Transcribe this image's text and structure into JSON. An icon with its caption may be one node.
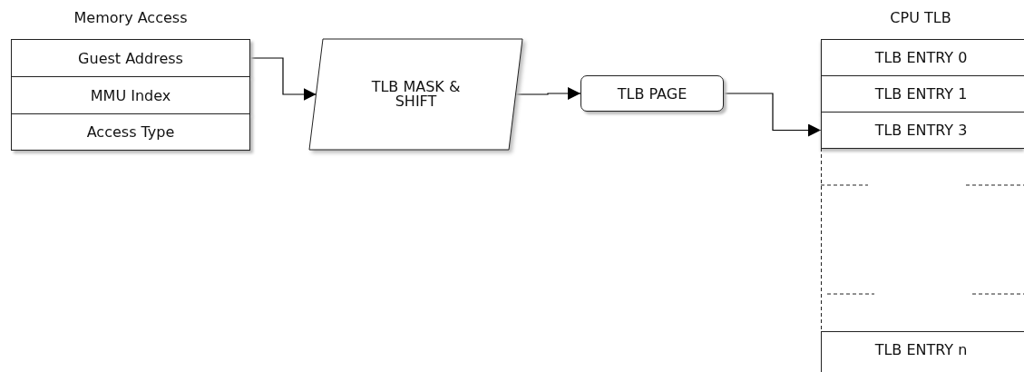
{
  "diagram": {
    "nodes": [
      {
        "text": [
          "Memory Access"
        ]
      },
      {
        "text": [
          "Guest Address"
        ],
        "in": 0
      },
      {
        "text": [
          "MMU Index"
        ],
        "in": 0
      },
      {
        "text": [
          "Access Type"
        ],
        "in": 0
      },
      {
        "text": [
          "TLB MASK & SHIFT"
        ]
      },
      {
        "text": [
          "TLB PAGE"
        ]
      },
      {
        "text": [
          "CPU TLB"
        ]
      },
      {
        "text": [
          "TLB ENTRY 0"
        ],
        "in": 6
      },
      {
        "text": [
          "TLB ENTRY 1"
        ],
        "in": 6
      },
      {
        "text": [
          "TLB ENTRY 3"
        ],
        "in": 6
      },
      {
        "text": [
          "TLB ENTRY n"
        ],
        "in": 6
      }
    ],
    "edges": [
      {
        "from": 1,
        "to": 4,
        "arrow": "to"
      },
      {
        "from": 4,
        "to": 5,
        "arrow": "to"
      },
      {
        "from": 5,
        "to": 9,
        "arrow": "to"
      }
    ]
  }
}
